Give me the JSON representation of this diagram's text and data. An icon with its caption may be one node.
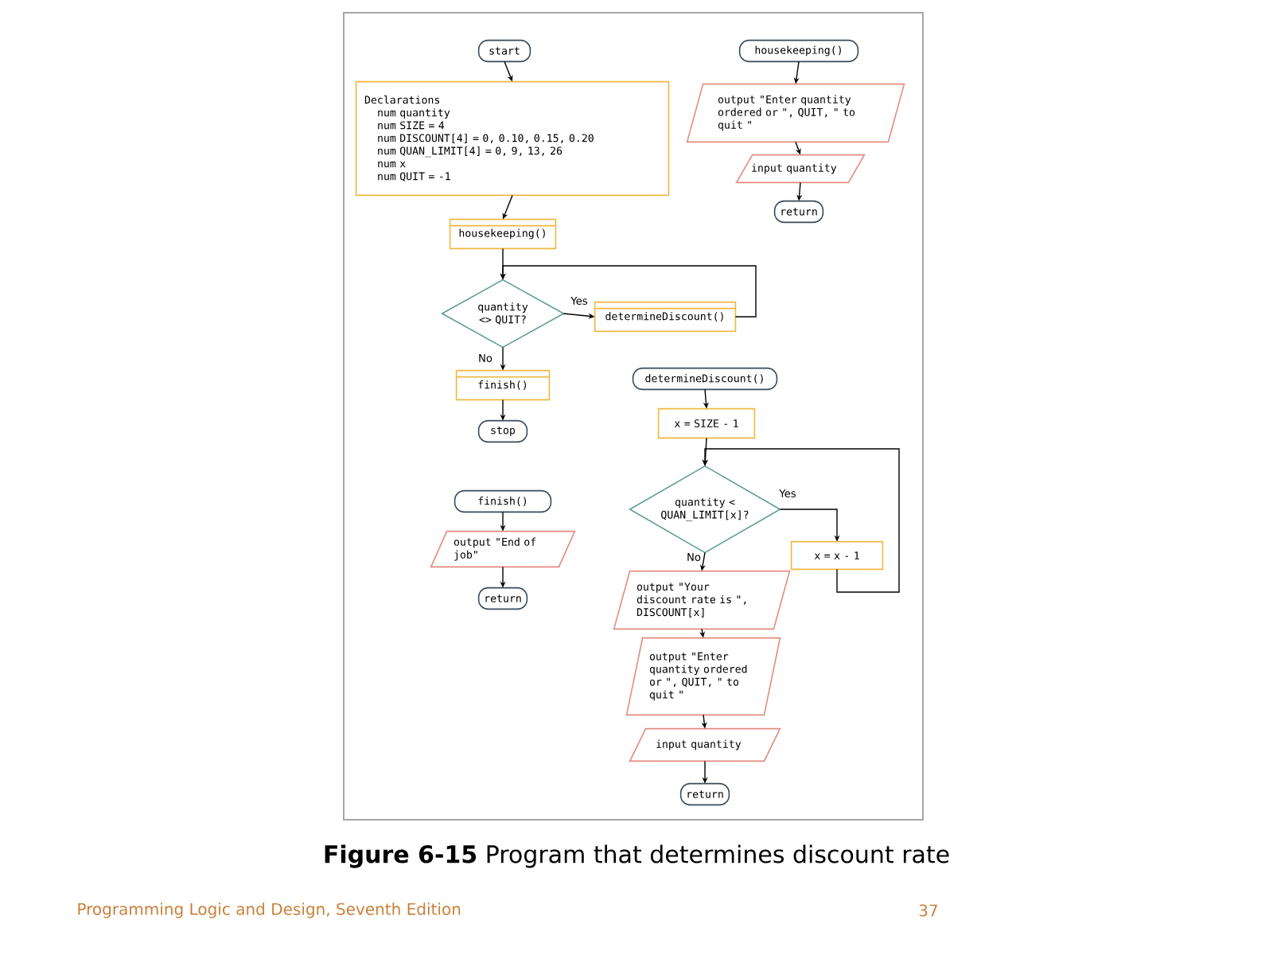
{
  "diagram": {
    "caption": "**Figure 6-15** Program that determines discount rate",
    "nodes": [
      {
        "text": [
          "start"
        ]
      },
      {
        "text": [
          "Declarations",
          "num quantity",
          "num SIZE = 4",
          "num DISCOUNT[4] = 0, 0.10, 0.15, 0.20",
          "num QUAN_LIMIT[4] = 0, 9, 13, 26",
          "num x",
          "num QUIT = -1"
        ]
      },
      {
        "text": [
          "housekeeping()"
        ]
      },
      {
        "text": [
          "quantity <> QUIT?"
        ]
      },
      {
        "text": [
          "determineDiscount()"
        ]
      },
      {
        "text": [
          "finish()"
        ]
      },
      {
        "text": [
          "stop"
        ]
      },
      {
        "text": [
          "housekeeping()"
        ]
      },
      {
        "text": [
          "output \"Enter quantity ordered or \", QUIT, \" to quit \""
        ]
      },
      {
        "text": [
          "input quantity"
        ]
      },
      {
        "text": [
          "return"
        ]
      },
      {
        "text": [
          "determineDiscount()"
        ]
      },
      {
        "text": [
          "x = SIZE - 1"
        ]
      },
      {
        "text": [
          "quantity < QUAN_LIMIT[x]?"
        ]
      },
      {
        "text": [
          "x = x - 1"
        ]
      },
      {
        "text": [
          "output \"Your discount rate is \", DISCOUNT[x]"
        ]
      },
      {
        "text": [
          "output \"Enter quantity ordered or \", QUIT, \" to quit \""
        ]
      },
      {
        "text": [
          "input quantity"
        ]
      },
      {
        "text": [
          "return"
        ]
      },
      {
        "text": [
          "finish()"
        ]
      },
      {
        "text": [
          "output \"End of job\""
        ]
      },
      {
        "text": [
          "return"
        ]
      }
    ],
    "edges": [
      {
        "from": 0,
        "to": 1,
        "arrow": "to"
      },
      {
        "from": 1,
        "to": 2,
        "arrow": "to"
      },
      {
        "from": 2,
        "to": 3,
        "arrow": "to"
      },
      {
        "from": 3,
        "to": 4,
        "arrow": "to",
        "label": "Yes"
      },
      {
        "from": 4,
        "to": 3,
        "arrow": "to"
      },
      {
        "from": 3,
        "to": 5,
        "arrow": "to",
        "label": "No"
      },
      {
        "from": 5,
        "to": 6,
        "arrow": "to"
      },
      {
        "from": 7,
        "to": 8,
        "arrow": "to"
      },
      {
        "from": 8,
        "to": 9,
        "arrow": "to"
      },
      {
        "from": 9,
        "to": 10,
        "arrow": "to"
      },
      {
        "from": 11,
        "to": 12,
        "arrow": "to"
      },
      {
        "from": 12,
        "to": 13,
        "arrow": "to"
      },
      {
        "from": 13,
        "to": 14,
        "arrow": "to",
        "label": "Yes"
      },
      {
        "from": 14,
        "to": 13,
        "arrow": "to"
      },
      {
        "from": 13,
        "to": 15,
        "arrow": "to",
        "label": "No"
      },
      {
        "from": 15,
        "to": 16,
        "arrow": "to"
      },
      {
        "from": 16,
        "to": 17,
        "arrow": "to"
      },
      {
        "from": 17,
        "to": 18,
        "arrow": "to"
      },
      {
        "from": 19,
        "to": 20,
        "arrow": "to"
      },
      {
        "from": 20,
        "to": 21,
        "arrow": "to"
      }
    ],
    "labels": [
      "Programming Logic and Design, Seventh Edition",
      "37"
    ]
  }
}
